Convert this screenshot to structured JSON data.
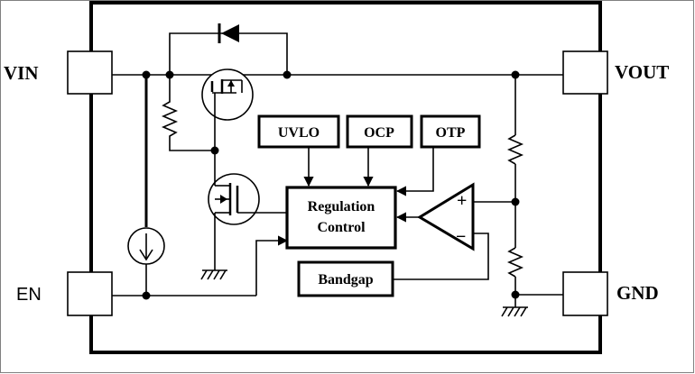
{
  "pins": {
    "vin": "VIN",
    "vout": "VOUT",
    "en": "EN",
    "gnd": "GND"
  },
  "blocks": {
    "uvlo": "UVLO",
    "ocp": "OCP",
    "otp": "OTP",
    "regulation_line1": "Regulation",
    "regulation_line2": "Control",
    "bandgap": "Bandgap"
  },
  "amplifier": {
    "plus": "+",
    "minus": "−"
  },
  "colors": {
    "line": "#000000",
    "background": "#ffffff",
    "frame": "#808080"
  }
}
